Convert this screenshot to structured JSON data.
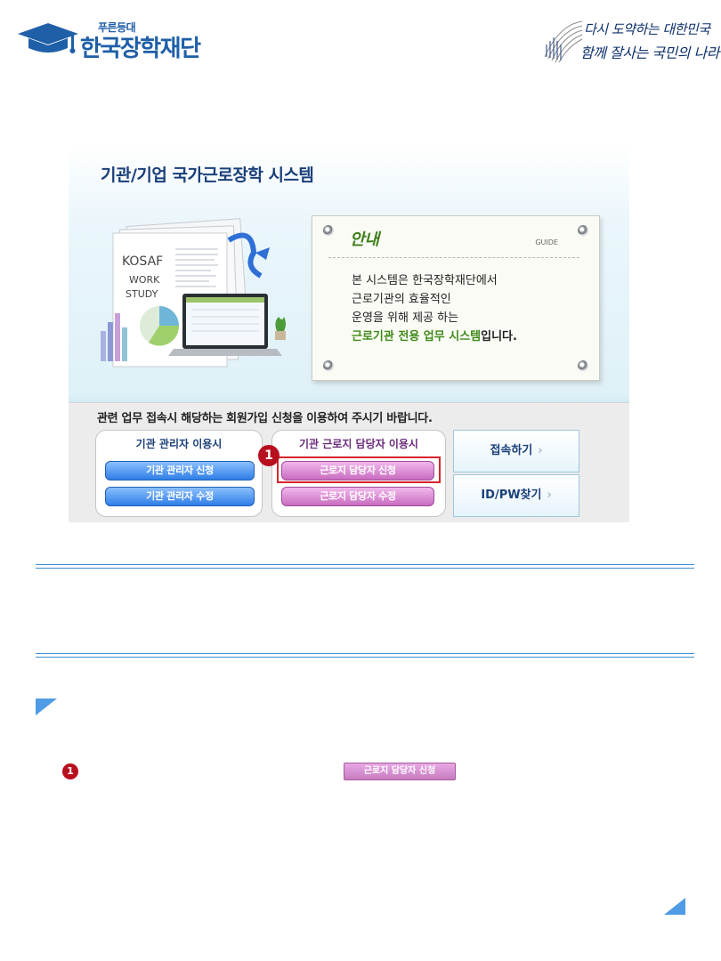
{
  "header": {
    "logo_tagline": "푸른등대",
    "logo_name": "한국장학재단",
    "slogan_line1": "다시 도약하는 대한민국",
    "slogan_line2": "함께 잘사는 국민의 나라"
  },
  "panel": {
    "title": "기관/기업 국가근로장학 시스템",
    "art_text": [
      "KOSAF",
      "WORK",
      "STUDY"
    ],
    "guide": {
      "title": "안내",
      "subtitle": "GUIDE",
      "lines": [
        "본 시스템은 한국장학재단에서",
        "근로기관의 효율적인",
        "운영을 위해 제공 하는"
      ],
      "highlight": "근로기관 전용 업무 시스템",
      "tail": "입니다."
    },
    "notice": "관련 업무 접속시 해당하는 회원가입 신청을 이용하여 주시기 바랍니다.",
    "group_admin": {
      "label": "기관 관리자 이용시",
      "apply": "기관 관리자 신청",
      "edit": "기관 관리자 수정"
    },
    "group_worker": {
      "label": "기관 근로지 담당자 이용시",
      "apply": "근로지 담당자 신청",
      "edit": "근로지 담당자 수정"
    },
    "connect": "접속하기",
    "find_idpw": "ID/PW찾기",
    "chevron": "›",
    "step_number": "1"
  },
  "steps": [
    {
      "number": "1",
      "button_label": "근로지 담당자 신청"
    }
  ],
  "colors": {
    "brand_blue": "#1f5fa8",
    "accent_blue": "#3c8fd9",
    "highlight_red": "#d9252b",
    "guide_green": "#3e8a18",
    "pink_button": "#c86cc0"
  }
}
